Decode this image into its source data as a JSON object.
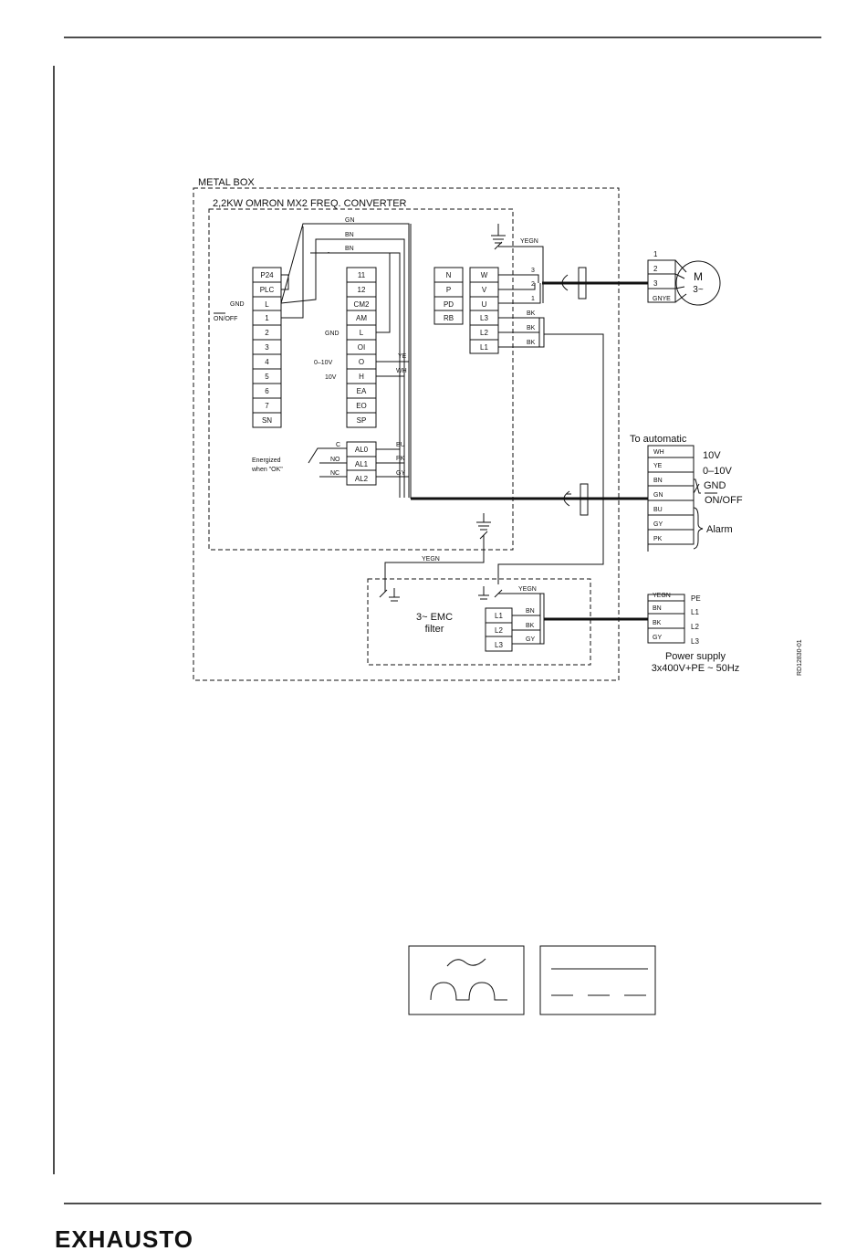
{
  "diagram": {
    "metal_box": "METAL BOX",
    "converter": "2,2KW  OMRON  MX2  FREQ.  CONVERTER",
    "left_block": [
      "P24",
      "PLC",
      "L",
      "1",
      "2",
      "3",
      "4",
      "5",
      "6",
      "7",
      "SN"
    ],
    "mid_block": [
      "11",
      "12",
      "CM2",
      "AM",
      "L",
      "OI",
      "O",
      "H",
      "EA",
      "EO",
      "SP"
    ],
    "mid_labels": {
      "gnd": "GND",
      "v010": "0–10V",
      "v10": "10V"
    },
    "left_labels": {
      "gnd": "GND",
      "onoff": "ON/OFF"
    },
    "power_in": [
      "N",
      "P",
      "PD",
      "RB"
    ],
    "power_out": [
      "W",
      "V",
      "U",
      "L3",
      "L2",
      "L1"
    ],
    "motor_side_nums": [
      "3",
      "2",
      "1"
    ],
    "bk_labels": [
      "BK",
      "BK",
      "BK"
    ],
    "wire_labels": {
      "gn": "GN",
      "bn1": "BN",
      "bn2": "BN",
      "yegn_top": "YEGN",
      "ye": "YE",
      "wh": "WH",
      "bu": "BU",
      "pk": "PK",
      "gy": "GY",
      "yegn_bottom": "YEGN"
    },
    "alarm_block": [
      "AL0",
      "AL1",
      "AL2"
    ],
    "alarm_labels": [
      "C",
      "NO",
      "NC"
    ],
    "energized": [
      "Energized",
      "when \"OK\""
    ],
    "motor_terms": [
      "1",
      "2",
      "3",
      "GNYE"
    ],
    "motor_symbol": [
      "M",
      "3~"
    ],
    "to_automatic": "To  automatic",
    "auto_terms": [
      "WH",
      "YE",
      "BN",
      "GN",
      "BU",
      "GY",
      "PK"
    ],
    "auto_labels": {
      "v10": "10V",
      "v010": "0–10V",
      "gnd": "GND",
      "onoff": "ON/OFF",
      "alarm": "Alarm"
    },
    "emc_label": [
      "3~  EMC",
      "filter"
    ],
    "emc_terms": [
      "L1",
      "L2",
      "L3"
    ],
    "emc_wires": [
      "YEGN",
      "BN",
      "BK",
      "GY"
    ],
    "supply_terms": [
      "YEGN",
      "BN",
      "BK",
      "GY"
    ],
    "supply_labels": [
      "PE",
      "L1",
      "L2",
      "L3"
    ],
    "power_supply": [
      "Power  supply",
      "3x400V+PE  ~  50Hz"
    ],
    "drawing_ref": "RD12830-01"
  },
  "footer": {
    "brand": "EXHAUSTO"
  }
}
